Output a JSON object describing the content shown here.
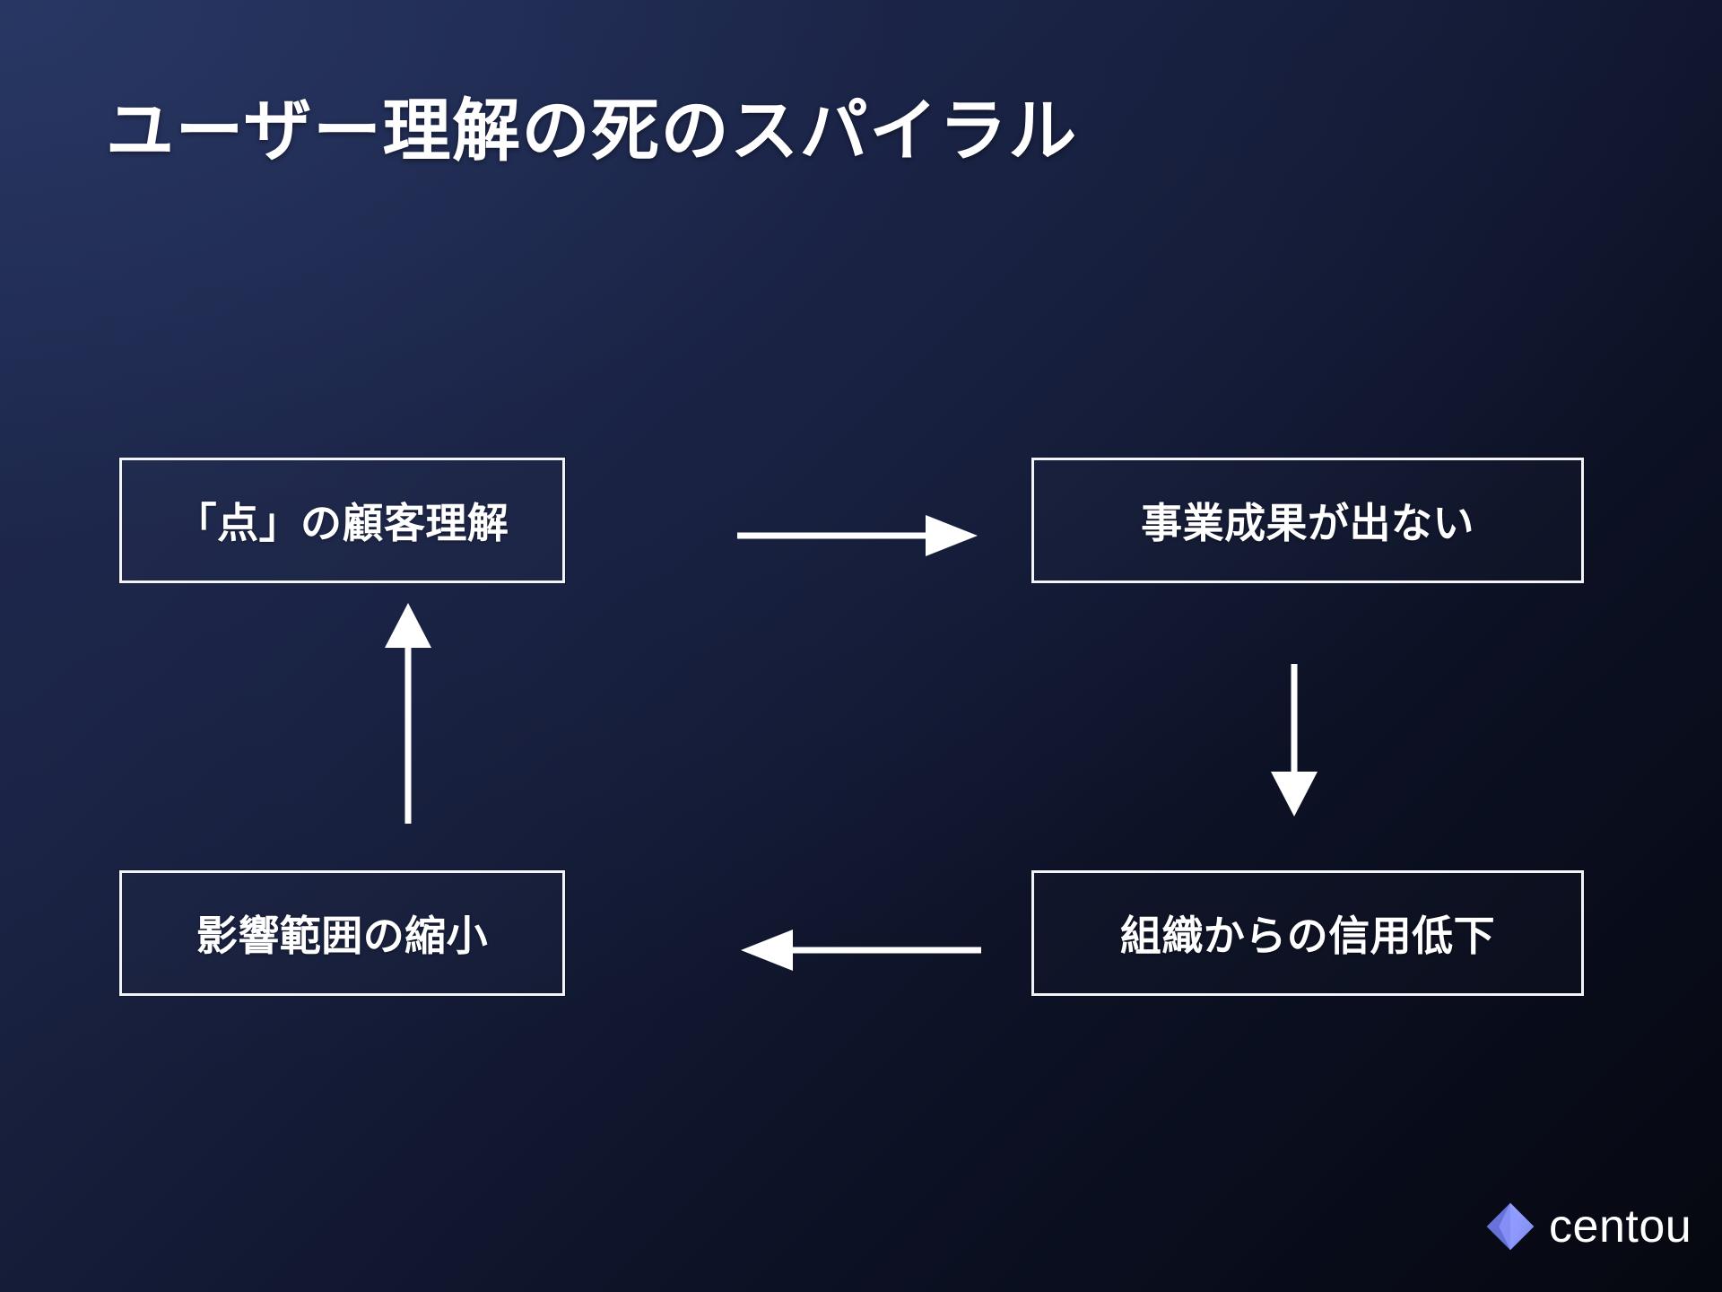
{
  "slide": {
    "title": "ユーザー理解の死のスパイラル",
    "background_start_color": "#242f55",
    "background_end_color": "#060810",
    "accent_color": "#6b7cf5"
  },
  "diagram": {
    "type": "cycle",
    "nodes": [
      {
        "id": "point-understanding",
        "label": "「点」の顧客理解",
        "position": "top-left"
      },
      {
        "id": "no-results",
        "label": "事業成果が出ない",
        "position": "top-right"
      },
      {
        "id": "trust-decline",
        "label": "組織からの信用低下",
        "position": "bottom-right"
      },
      {
        "id": "scope-shrink",
        "label": "影響範囲の縮小",
        "position": "bottom-left"
      }
    ],
    "edges": [
      {
        "from": "point-understanding",
        "to": "no-results",
        "direction": "right"
      },
      {
        "from": "no-results",
        "to": "trust-decline",
        "direction": "down"
      },
      {
        "from": "trust-decline",
        "to": "scope-shrink",
        "direction": "left"
      },
      {
        "from": "scope-shrink",
        "to": "point-understanding",
        "direction": "up"
      }
    ],
    "border_color": "#f2f4f8",
    "text_color": "#ffffff"
  },
  "logo": {
    "text": "centou",
    "mark": "diamond-icon",
    "mark_color_light": "#8a97ff",
    "mark_color_dark": "#5663c9"
  }
}
